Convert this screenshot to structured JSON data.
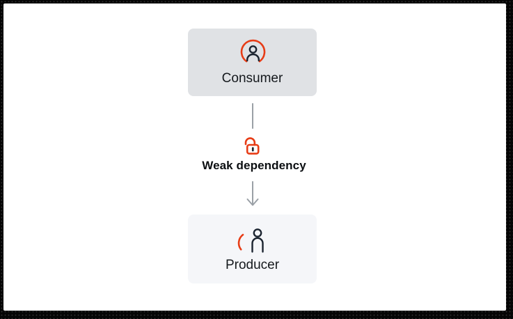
{
  "diagram": {
    "nodes": [
      {
        "label": "Consumer",
        "icon": "consumer-user-icon"
      },
      {
        "label": "Producer",
        "icon": "producer-user-icon"
      }
    ],
    "edge": {
      "label": "Weak dependency",
      "icon": "unlocked-padlock-icon",
      "arrow_icon": "down-arrow-icon"
    }
  },
  "colors": {
    "accent_red": "#e73c16",
    "icon_dark": "#1b2430",
    "connector_gray": "#9aa0a6",
    "consumer_node_bg": "#e0e2e5",
    "producer_node_bg": "#f5f6f9",
    "label_text": "#15191d",
    "frame_border": "#050505"
  }
}
